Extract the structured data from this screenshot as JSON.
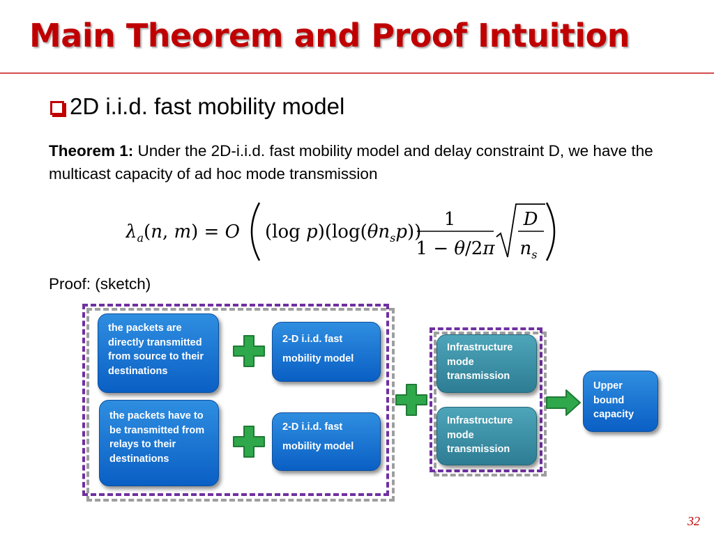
{
  "title": "Main Theorem and Proof Intuition",
  "bullet": "2D i.i.d. fast mobility model",
  "theorem": {
    "label": "Theorem 1:",
    "text": " Under the 2D-i.i.d. fast mobility model and delay constraint D, we have the multicast capacity of ad hoc mode transmission"
  },
  "proof_label": "Proof: (sketch)",
  "diagram": {
    "nodes": {
      "direct": "the packets are directly transmitted from source to their destinations",
      "relay": "the packets have to be transmitted from relays to their destinations",
      "iid_top": "2-D i.i.d. fast mobility model",
      "iid_bottom": "2-D i.i.d. fast mobility model",
      "infra_top": "Infrastructure mode transmission",
      "infra_bottom": "Infrastructure mode transmission",
      "upper": "Upper bound capacity"
    }
  },
  "colors": {
    "title": "#c00000",
    "node_blue": "#0a5fc4",
    "node_teal": "#2d7d94",
    "dash_border": "#7030a0",
    "plus_green": "#2ea84a",
    "arrow_green": "#2ea84a"
  },
  "page_number": "32"
}
